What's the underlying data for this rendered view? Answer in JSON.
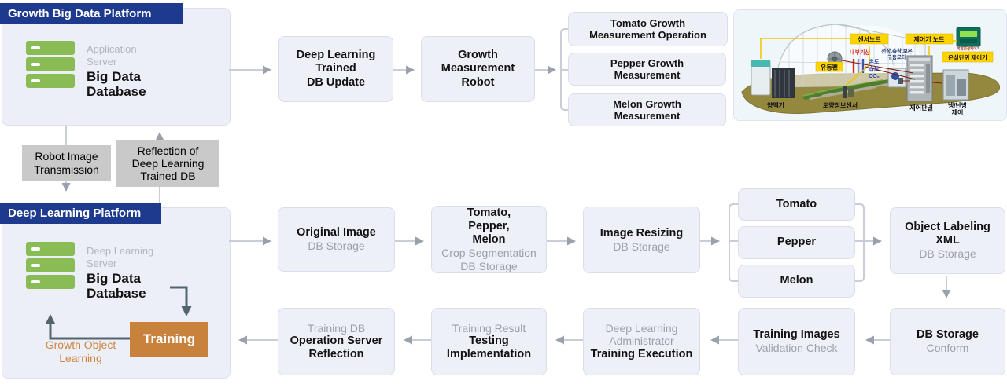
{
  "colors": {
    "navy": "#1d3a8e",
    "box_fill": "#eef0f8",
    "box_border": "#d9ddee",
    "gray_label": "#c9c9c9",
    "orange": "#c9823c",
    "server_green": "#8abc55",
    "flow_line": "#c9cdd7",
    "flow_arrow": "#99a1ad",
    "dark_arrow": "#53646c"
  },
  "top_platform": {
    "title": "Growth Big Data Platform",
    "server_role": "Application\nServer",
    "server_name": "Big Data\nDatabase",
    "step1": "Deep Learning\nTrained\nDB Update",
    "step2": "Growth\nMeasurement\nRobot",
    "outputs": [
      "Tomato Growth\nMeasurement Operation",
      "Pepper Growth\nMeasurement",
      "Melon Growth\nMeasurement"
    ]
  },
  "transfer": {
    "down": "Robot Image\nTransmission",
    "up": "Reflection of\nDeep Learning\nTrained DB"
  },
  "deep_platform": {
    "title": "Deep Learning Platform",
    "server_role": "Deep Learning\nServer",
    "server_name": "Big Data\nDatabase",
    "training": "Training",
    "training_caption": "Growth Object\nLearning"
  },
  "pipeline": {
    "original_image": {
      "bold": "Original Image",
      "sub": "DB Storage"
    },
    "crop_segmentation": {
      "bold": "Tomato,\nPepper,\nMelon",
      "sub": "Crop Segmentation\nDB Storage"
    },
    "image_resizing": {
      "bold": "Image Resizing",
      "sub": "DB Storage"
    },
    "crops": [
      "Tomato",
      "Pepper",
      "Melon"
    ],
    "object_labeling": {
      "bold": "Object Labeling\nXML",
      "sub": "DB Storage"
    },
    "db_conform": {
      "bold": "DB Storage",
      "sub": "Conform"
    },
    "validation": {
      "bold": "Training Images",
      "sub": "Validation Check"
    },
    "training_execution": {
      "sub": "Deep Learning\nAdministrator",
      "bold": "Training Execution"
    },
    "testing": {
      "sub": "Training Result",
      "bold": "Testing\nImplementation"
    },
    "operation_reflection": {
      "sub": "Training DB",
      "bold": "Operation Server\nReflection"
    }
  },
  "greenhouse": {
    "sensor_node": "센서노드",
    "controller_node": "제어기 노드",
    "device_caption": "복합환경제어기",
    "unit_controller": "온실단위 제어기",
    "fan": "유동팬",
    "internal_weather": "내부기상",
    "motor_line1": "천장.측창.보온",
    "motor_line2": "구동모터",
    "temp": "온도",
    "humidity": "습도",
    "co2": "CO₂",
    "nutrient_machine": "양액기",
    "soil_sensor": "토양정보센서",
    "control_panel": "제어판넬",
    "cooling1": "냉/난방",
    "cooling2": "제어"
  }
}
